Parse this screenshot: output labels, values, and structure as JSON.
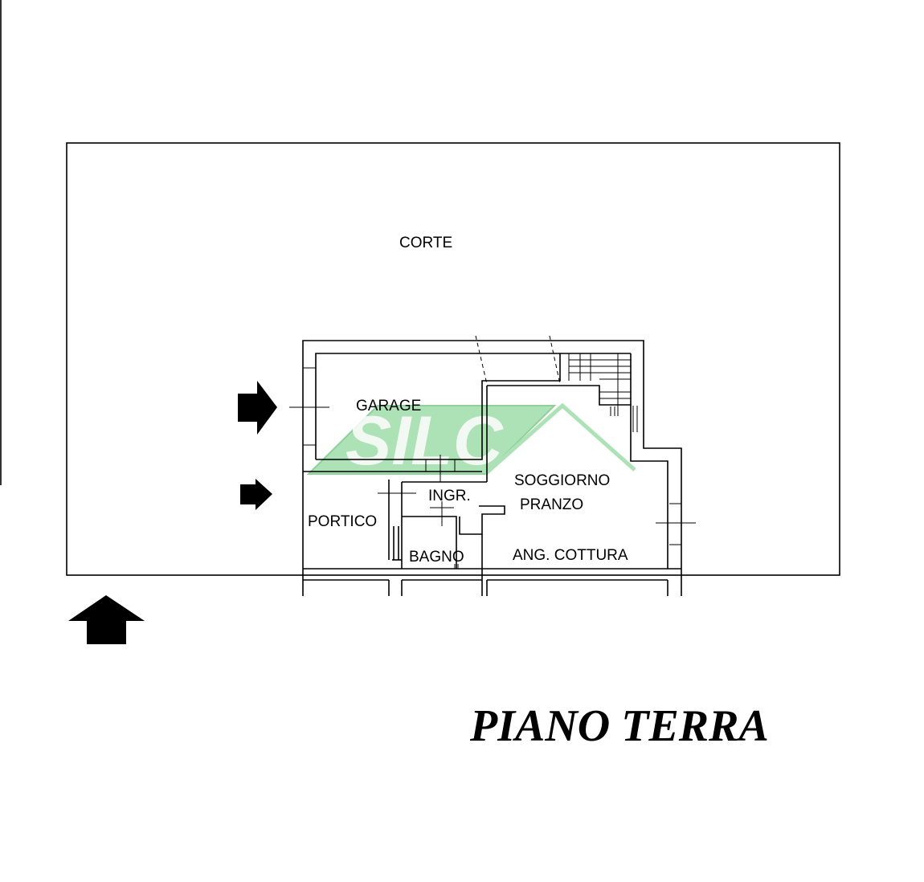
{
  "rooms": {
    "corte": "CORTE",
    "garage": "GARAGE",
    "ingr": "INGR.",
    "soggiorno": "SOGGIORNO",
    "pranzo": "PRANZO",
    "portico": "PORTICO",
    "bagno": "BAGNO",
    "ang_cottura": "ANG. COTTURA"
  },
  "title": "PIANO TERRA",
  "watermark": {
    "text": "SILC",
    "color": "#8fd39b"
  },
  "colors": {
    "line": "#000000",
    "background": "#ffffff"
  }
}
